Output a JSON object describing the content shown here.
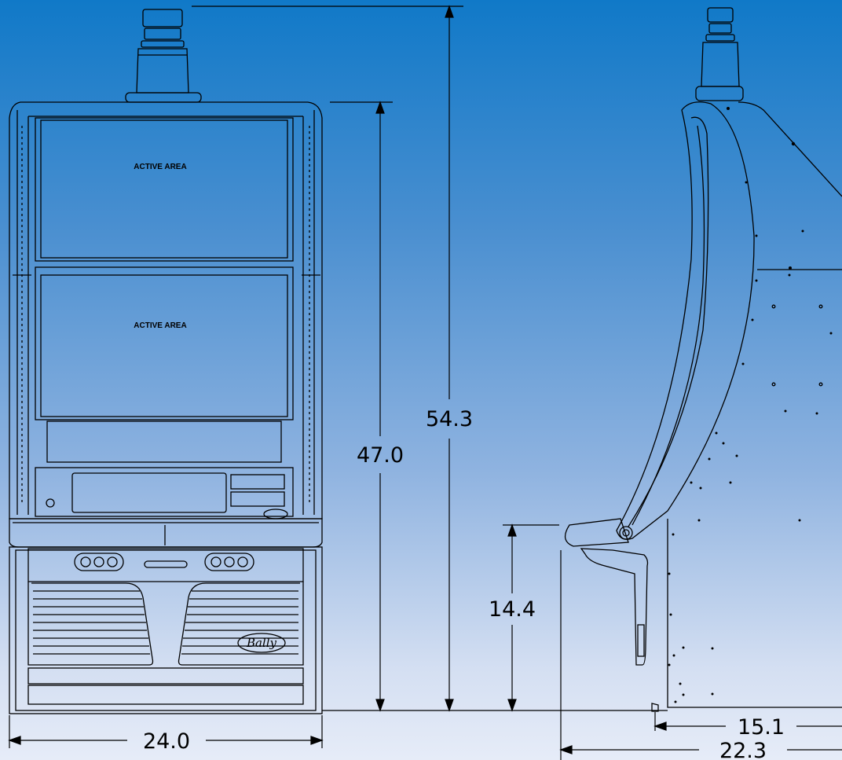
{
  "labels": {
    "active_area_top": "ACTIVE AREA",
    "active_area_bottom": "ACTIVE AREA",
    "brand_logo": "Bally"
  },
  "dimensions": {
    "total_height": "54.3",
    "cabinet_height": "47.0",
    "base_height": "14.4",
    "width": "24.0",
    "depth_base": "15.1",
    "depth_total": "22.3"
  }
}
